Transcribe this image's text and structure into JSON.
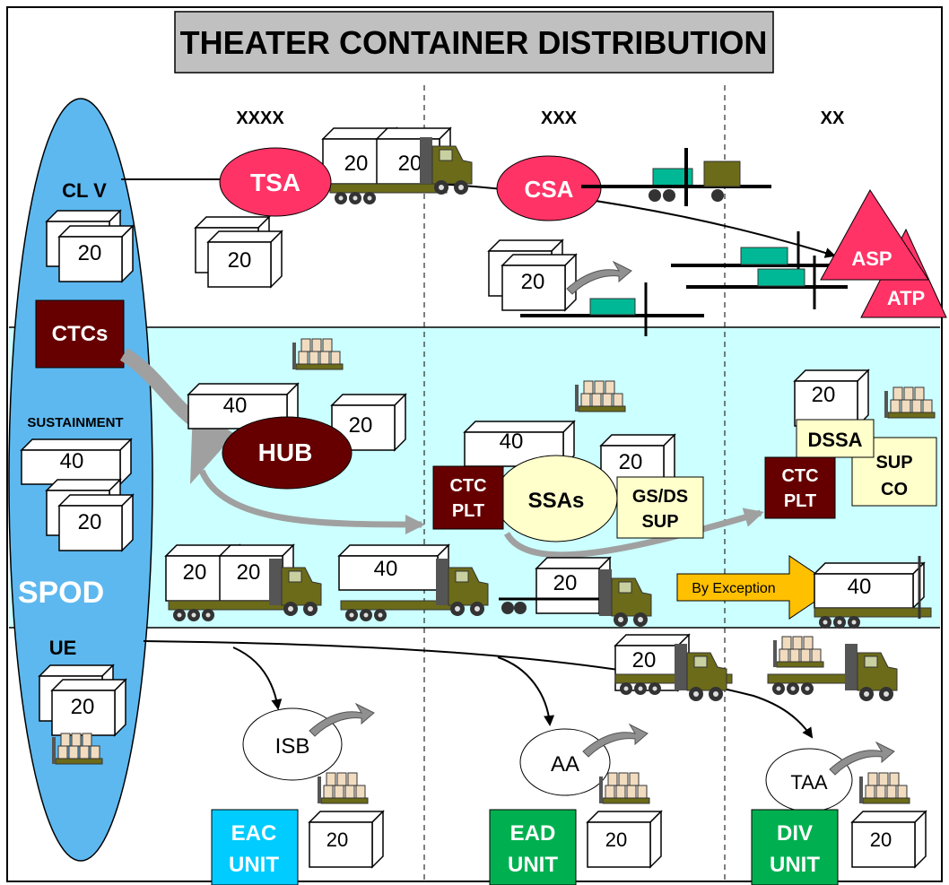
{
  "title": "THEATER CONTAINER DISTRIBUTION",
  "echelons": [
    "XXXX",
    "XXX",
    "XX"
  ],
  "spod": {
    "clv": "CL V",
    "ctcs": "CTCs",
    "sustainment": "SUSTAINMENT",
    "spod": "SPOD",
    "ue": "UE"
  },
  "nodes": {
    "tsa": "TSA",
    "csa": "CSA",
    "asp": "ASP",
    "atp": "ATP",
    "hub": "HUB",
    "ssas": "SSAs",
    "dssa": "DSSA",
    "isb": "ISB",
    "aa": "AA",
    "taa": "TAA"
  },
  "boxes": {
    "ctc_plt_1": [
      "CTC",
      "PLT"
    ],
    "ctc_plt_2": [
      "CTC",
      "PLT"
    ],
    "gsds_sup": [
      "GS/DS",
      "SUP"
    ],
    "sup_co": [
      "SUP",
      "CO"
    ],
    "eac_unit": [
      "EAC",
      "UNIT"
    ],
    "ead_unit": [
      "EAD",
      "UNIT"
    ],
    "div_unit": [
      "DIV",
      "UNIT"
    ]
  },
  "container_labels": {
    "c20": "20",
    "c40": "40"
  },
  "by_exception": "By Exception",
  "colors": {
    "title_bg": "#c0c0c0",
    "spod_blue": "#5db8ef",
    "band": "#ccffff",
    "red": "#ff3366",
    "maroon": "#660000",
    "yellow_box": "#ffffcc",
    "teal": "#00b896",
    "olive": "#6b6b1a",
    "arrow_gray": "#a0a0a0",
    "eac_blue": "#00ccff",
    "green": "#00b050",
    "orange": "#ffc000"
  }
}
